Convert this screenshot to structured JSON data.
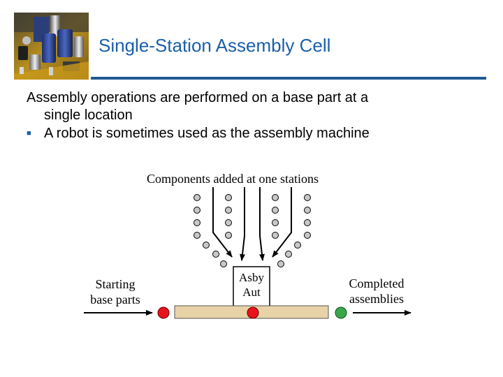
{
  "slide": {
    "title": "Single-Station Assembly Cell",
    "paragraph": {
      "line1": "Assembly operations are performed on a base part at a",
      "line2": "single location"
    },
    "bullet": "A robot is sometimes used as the assembly machine"
  },
  "figure": {
    "caption": "Components added at one stations",
    "machine_label_line1": "Asby",
    "machine_label_line2": "Aut",
    "left_label_line1": "Starting",
    "left_label_line2": "base parts",
    "right_label_line1": "Completed",
    "right_label_line2": "assemblies"
  },
  "colors": {
    "title": "#1a5fa8",
    "rule": "#1f5a93",
    "conveyor": "#e8d3a8",
    "part_red": "#e8141b",
    "part_green": "#3aa64a",
    "component": "#c8c8c8"
  },
  "icons": {
    "logo": "electronics-components-photo",
    "bullet": "square-bullet"
  }
}
